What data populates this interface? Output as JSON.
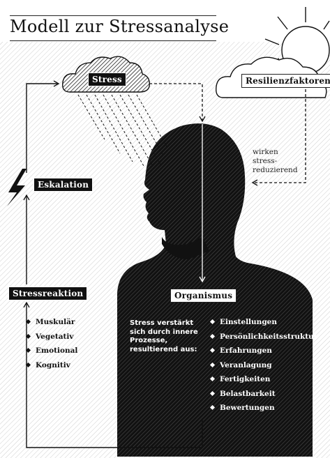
{
  "title": "Modell zur Stressanalyse",
  "nodes": {
    "stress": "Stress",
    "resilience": "Resilienzfaktoren",
    "escalation": "Eskalation",
    "stress_reaction": "Stressreaktion",
    "organism": "Organismus"
  },
  "resilience_note": [
    "wirken",
    "stress-",
    "reduzierend"
  ],
  "reaction_items": [
    "Muskulär",
    "Vegetativ",
    "Emotional",
    "Kognitiv"
  ],
  "organism_text": [
    "Stress verstärkt",
    "sich durch innere",
    "Prozesse,",
    "resultierend aus:"
  ],
  "organism_items": [
    "Einstellungen",
    "Persönlichkeitsstruktur",
    "Erfahrungen",
    "Veranlagung",
    "Fertigkeiten",
    "Belastbarkeit",
    "Bewertungen"
  ],
  "icons": {
    "sun": "sun-icon",
    "cloud_stress": "rain-cloud-icon",
    "cloud_resilience": "cloud-icon",
    "lightning": "lightning-icon"
  },
  "colors": {
    "ink": "#111111",
    "paper": "#ffffff"
  }
}
